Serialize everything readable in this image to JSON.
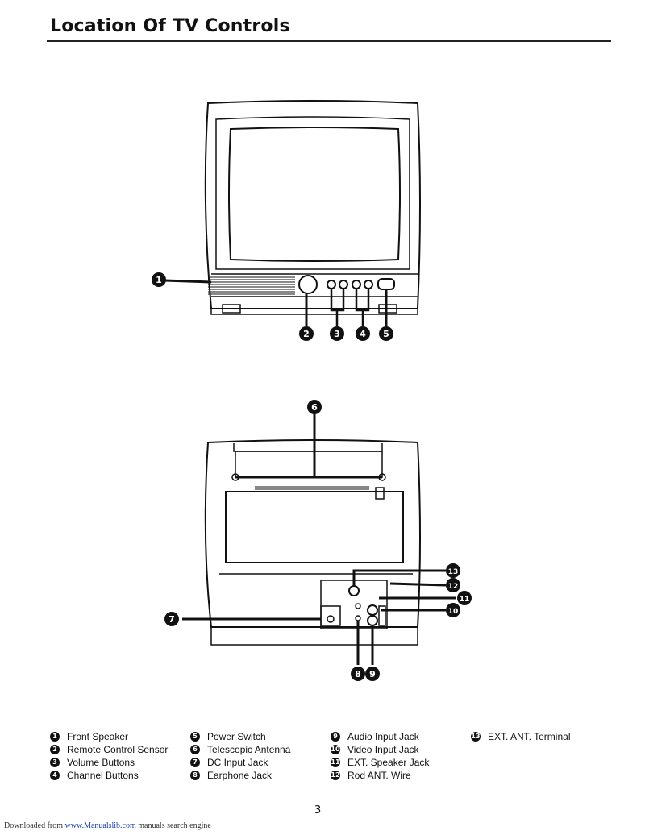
{
  "page": {
    "title": "Location Of TV Controls",
    "page_number": "3"
  },
  "callouts_front": [
    "1",
    "2",
    "3",
    "4",
    "5"
  ],
  "callouts_rear": [
    "6",
    "7",
    "8",
    "9",
    "10",
    "11",
    "12",
    "13"
  ],
  "legend": {
    "col1": [
      {
        "num": "1",
        "label": "Front Speaker"
      },
      {
        "num": "2",
        "label": "Remote Control Sensor"
      },
      {
        "num": "3",
        "label": "Volume Buttons"
      },
      {
        "num": "4",
        "label": "Channel Buttons"
      }
    ],
    "col2": [
      {
        "num": "5",
        "label": "Power Switch"
      },
      {
        "num": "6",
        "label": "Telescopic Antenna"
      },
      {
        "num": "7",
        "label": "DC Input Jack"
      },
      {
        "num": "8",
        "label": "Earphone Jack"
      }
    ],
    "col3": [
      {
        "num": "9",
        "label": "Audio Input Jack"
      },
      {
        "num": "10",
        "label": "Video Input Jack"
      },
      {
        "num": "11",
        "label": "EXT. Speaker Jack"
      },
      {
        "num": "12",
        "label": "Rod ANT. Wire"
      }
    ],
    "col4": [
      {
        "num": "13",
        "label": "EXT. ANT. Terminal"
      }
    ]
  },
  "footer": {
    "prefix": "Downloaded from",
    "link_text": "www.Manualslib.com",
    "suffix": "manuals search engine"
  }
}
